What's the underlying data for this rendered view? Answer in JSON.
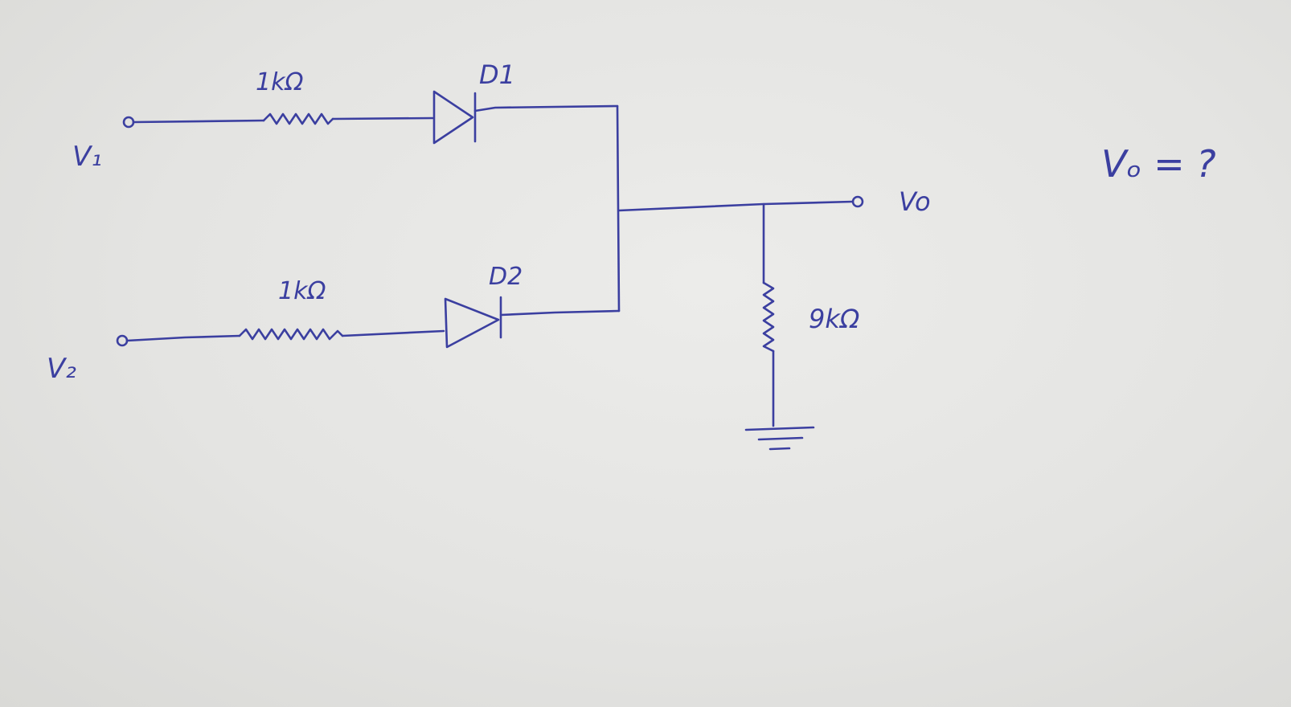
{
  "labels": {
    "v1": "V₁",
    "v2": "V₂",
    "r1": "1kΩ",
    "r2": "1kΩ",
    "d1": "D1",
    "d2": "D2",
    "r3": "9kΩ",
    "vo": "Vo",
    "question": "Vₒ = ?"
  },
  "colors": {
    "ink": "#3b3fa0",
    "paper": "#e3e3e1"
  }
}
